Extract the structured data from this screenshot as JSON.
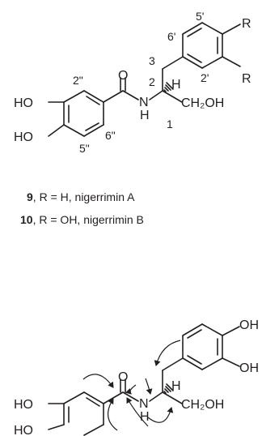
{
  "structure_top": {
    "atoms": {
      "ho_upper": "HO",
      "ho_lower": "HO",
      "carbonyl_o": "O",
      "amide_n": "N",
      "amide_h": "H",
      "stereo_h": "H",
      "ch2oh": "CH₂OH",
      "r_upper": "R",
      "r_lower": "R"
    },
    "locants": {
      "c2pp": "2\"",
      "c6pp": "6\"",
      "c5pp": "5\"",
      "c1": "1",
      "c2": "2",
      "c3": "3",
      "c6p": "6'",
      "c5p": "5'",
      "c2p": "2'"
    }
  },
  "captions": [
    {
      "number": "9",
      "text": ", R = H, nigerrimin A"
    },
    {
      "number": "10",
      "text": ", R = OH, nigerrimin B"
    }
  ],
  "structure_bottom": {
    "atoms": {
      "ho_upper": "HO",
      "ho_lower": "HO",
      "carbonyl_o": "O",
      "amide_n": "N",
      "amide_h": "H",
      "stereo_h": "H",
      "ch2oh": "CH₂OH",
      "oh_upper": "OH",
      "oh_lower": "OH"
    }
  }
}
